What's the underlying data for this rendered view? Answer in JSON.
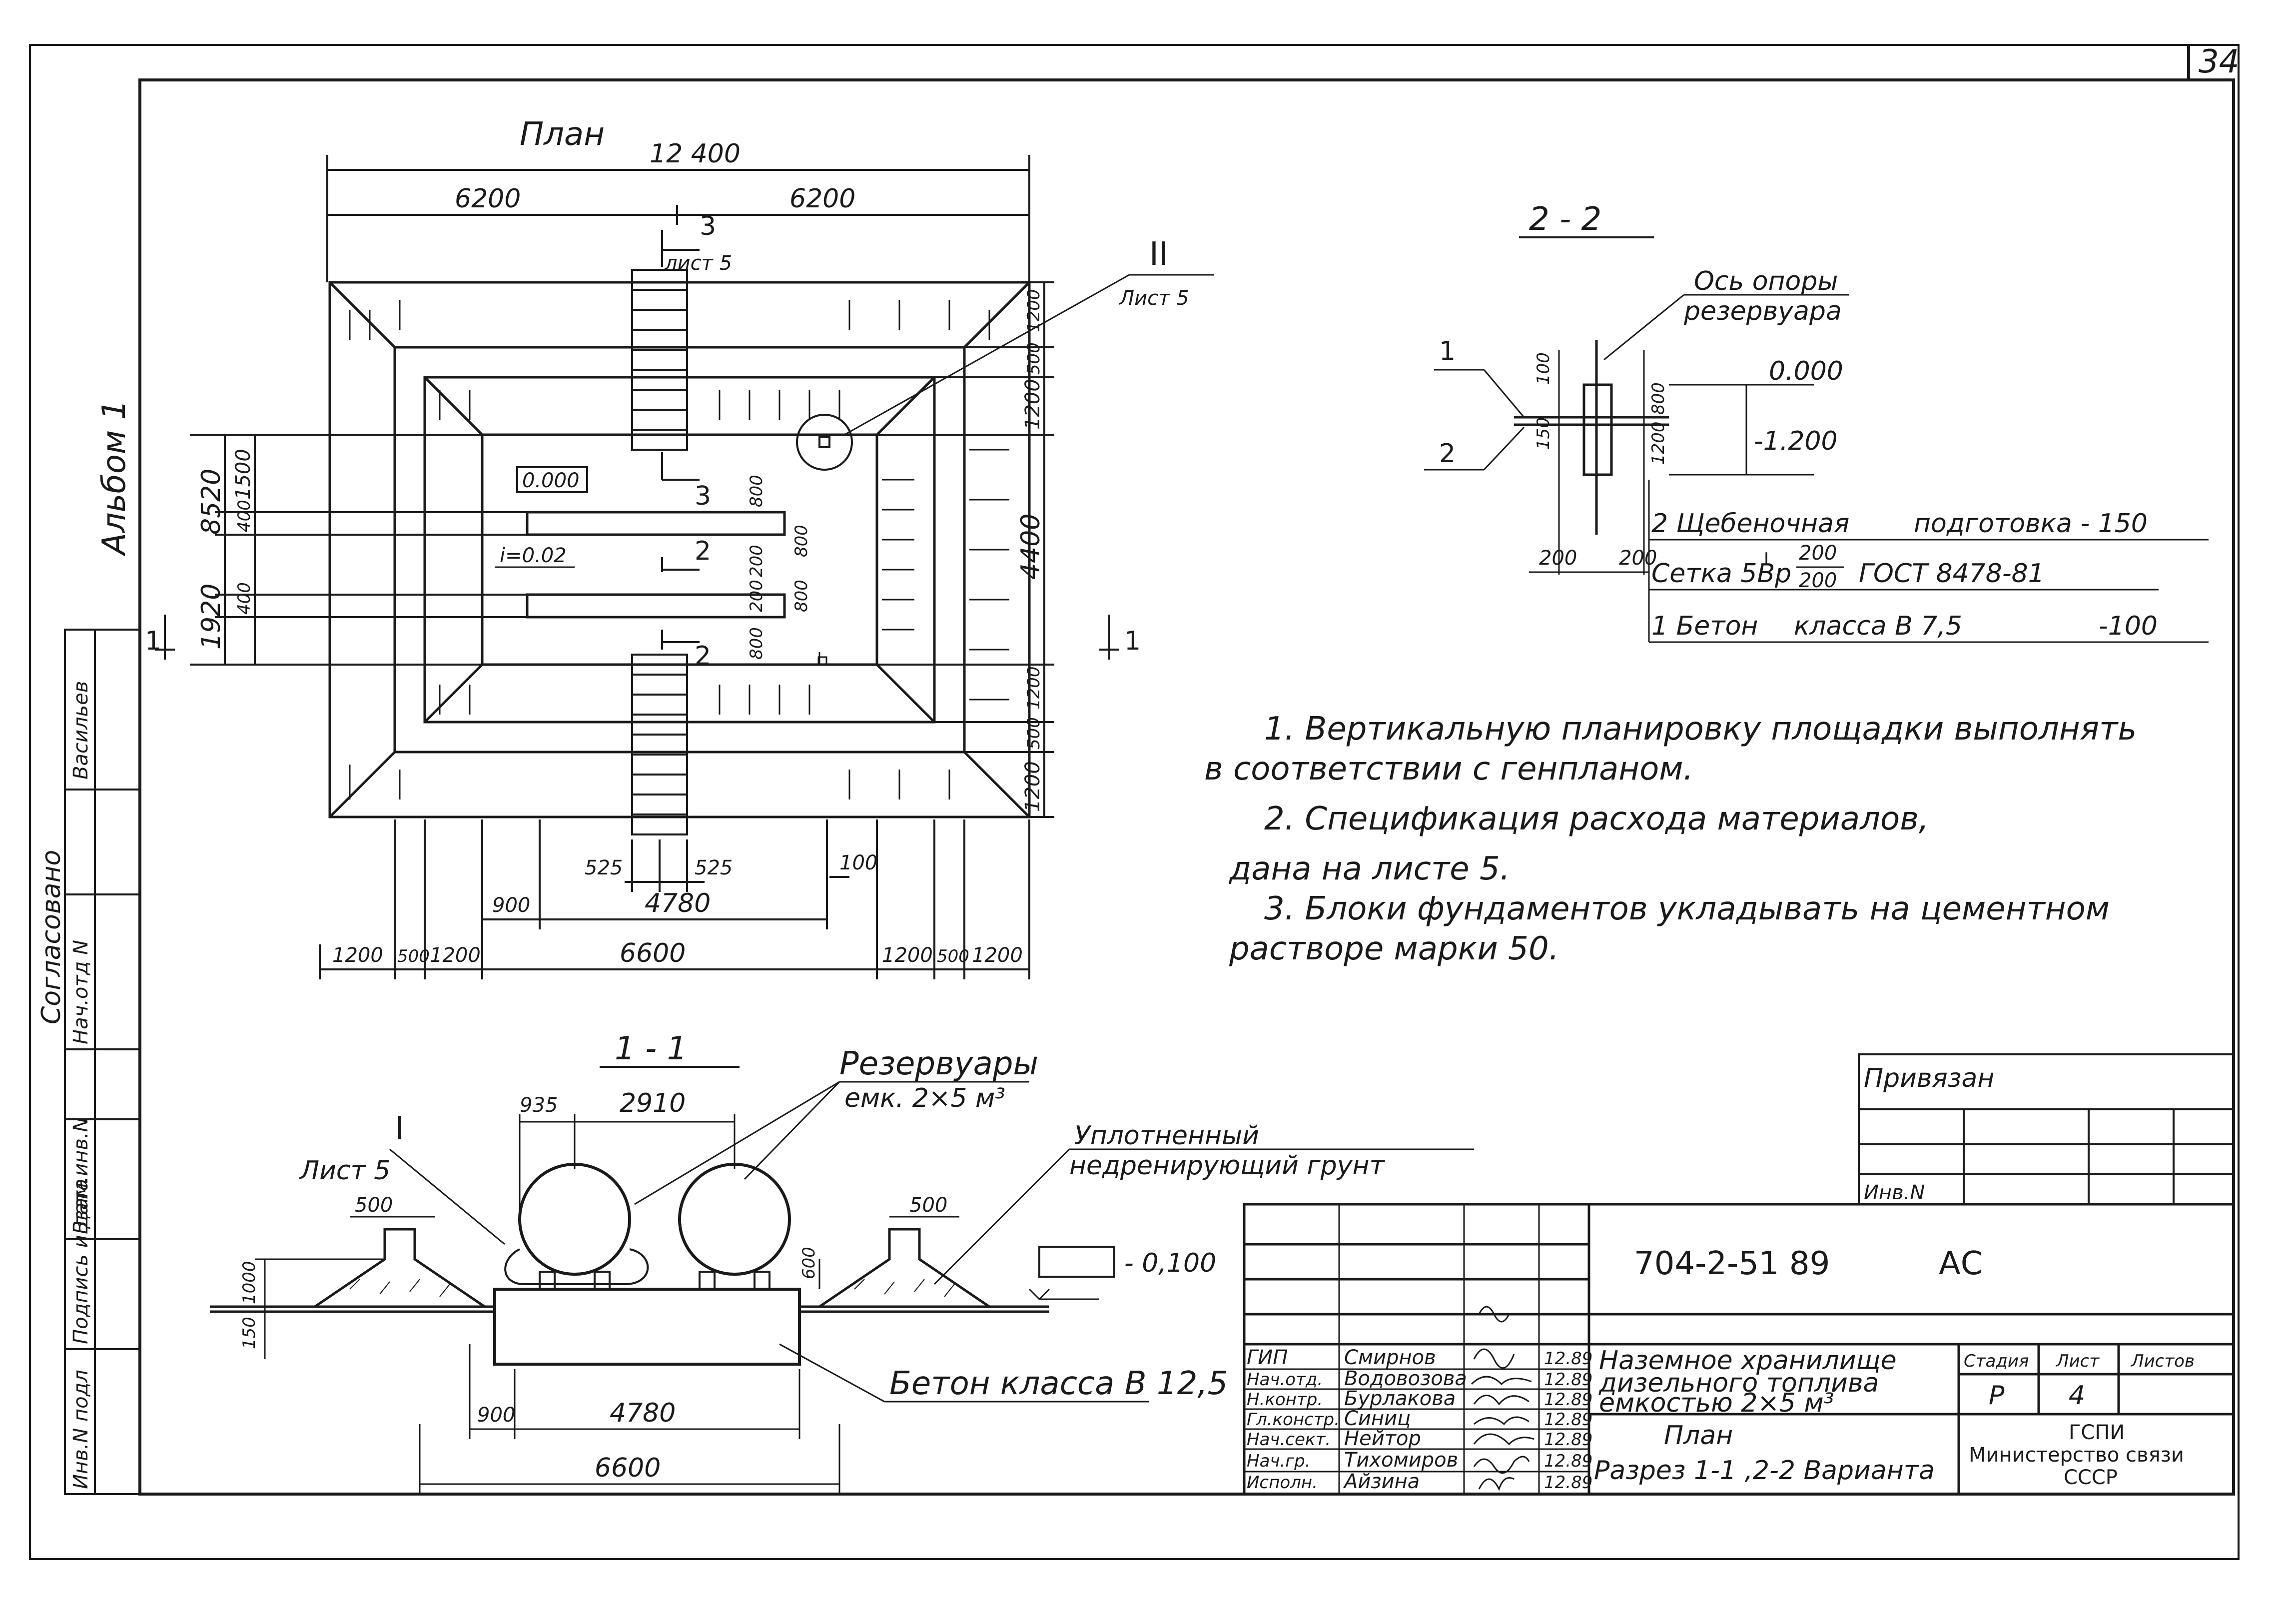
{
  "sheet_number": "34",
  "album": "Альбом 1",
  "plan": {
    "title": "План",
    "dims_top": {
      "overall": "12 400",
      "left": "6200",
      "right": "6200"
    },
    "dims_bottom": [
      "1200",
      "500",
      "1200",
      "6600",
      "1200",
      "500",
      "1200"
    ],
    "dim_900": "900",
    "dim_4780": "4780",
    "dims_525": [
      "525",
      "525"
    ],
    "dim_100": "100",
    "dims_left": {
      "d8520": "8520",
      "d1500": "1500",
      "d400a": "400",
      "d1920": "1920",
      "d400b": "400"
    },
    "dims_right": {
      "d1200a": "1200",
      "d500a": "500",
      "d1200b": "1200",
      "d4400": "4400",
      "d1200c": "1200",
      "d500b": "500",
      "d1200d": "1200"
    },
    "dims_inner": {
      "d800a": "800",
      "d200a": "200",
      "d200b": "200",
      "d800b": "800",
      "d800c": "800",
      "d800d": "800"
    },
    "level": "0.000",
    "slope": "i=0.02",
    "section_marks": {
      "s3": "3",
      "s2": "2",
      "s1": "1"
    },
    "sheet_ref_top": "лист 5",
    "roman": "II",
    "sheet_ref_right": "Лист 5"
  },
  "section22": {
    "title": "2 - 2",
    "axis_label_1": "Ось опоры",
    "axis_label_2": "резервуара",
    "level_000": "0.000",
    "level_120": "-1.200",
    "dims": {
      "d100": "100",
      "d150": "150",
      "d800": "800",
      "d1200": "1200",
      "d200a": "200",
      "d200b": "200"
    },
    "pointers": {
      "p1": "1",
      "p2": "2"
    },
    "layer2": {
      "name": "2 Щебеночная",
      "value": "подготовка - 150"
    },
    "mesh": {
      "name": "Сетка 5Вр",
      "sup": "I",
      "frac_num": "200",
      "frac_den": "200",
      "gost": "ГОСТ 8478-81"
    },
    "layer1": {
      "name": "1 Бетон",
      "cls": "класса В 7,5",
      "value": "-100"
    }
  },
  "notes": [
    "1. Вертикальную планировку площадки выполнять",
    "в соответствии с генпланом.",
    "2. Спецификация расхода материалов,",
    "дана на листе 5.",
    "3. Блоки фундаментов укладывать на цементном",
    "растворе марки 50."
  ],
  "section11": {
    "title": "1 - 1",
    "tanks_label_1": "Резервуары",
    "tanks_label_2": "емк. 2×5 м³",
    "soil_label_1": "Уплотненный",
    "soil_label_2": "недренирующий грунт",
    "roman": "I",
    "sheet_ref": "Лист 5",
    "dim_935": "935",
    "dim_2910": "2910",
    "dim_600": "600",
    "dim_500a": "500",
    "dim_500b": "500",
    "dim_1000": "1000",
    "dim_150": "150",
    "level": "- 0,100",
    "concrete": "Бетон класса В 12,5",
    "dim_900": "900",
    "dim_4780": "4780",
    "dim_6600": "6600"
  },
  "left_stamp": {
    "agreed": "Согласовано",
    "person": "Васильев",
    "head_dept": "Нач.отд N",
    "inv_sub": "Взам.инв.N",
    "sign_date": "Подпись и дата",
    "inv_orig": "Инв.N подл"
  },
  "privyazan": {
    "title": "Привязан",
    "inv": "Инв.N"
  },
  "title_block": {
    "code": "704-2-51 89",
    "mark": "АС",
    "roles": [
      {
        "role": "ГИП",
        "name": "Смирнов",
        "date": "12.89"
      },
      {
        "role": "Нач.отд.",
        "name": "Водовозова",
        "date": "12.89"
      },
      {
        "role": "Н.контр.",
        "name": "Бурлакова",
        "date": "12.89"
      },
      {
        "role": "Гл.констр.",
        "name": "Синиц",
        "date": "12.89"
      },
      {
        "role": "Нач.сект.",
        "name": "Нейтор",
        "date": "12.89"
      },
      {
        "role": "Нач.гр.",
        "name": "Тихомиров",
        "date": "12.89"
      },
      {
        "role": "Исполн.",
        "name": "Айзина",
        "date": "12.89"
      }
    ],
    "object_1": "Наземное хранилище",
    "object_2": "дизельного топлива",
    "object_3": "емкостью 2×5 м³",
    "sheet_1": "План",
    "sheet_2": "Разрез 1-1 ,2-2 Варианта",
    "stage_h": "Стадия",
    "sheet_h": "Лист",
    "sheets_h": "Листов",
    "stage": "Р",
    "sheet_no": "4",
    "org_1": "ГСПИ",
    "org_2": "Министерство связи",
    "org_3": "СССР"
  }
}
